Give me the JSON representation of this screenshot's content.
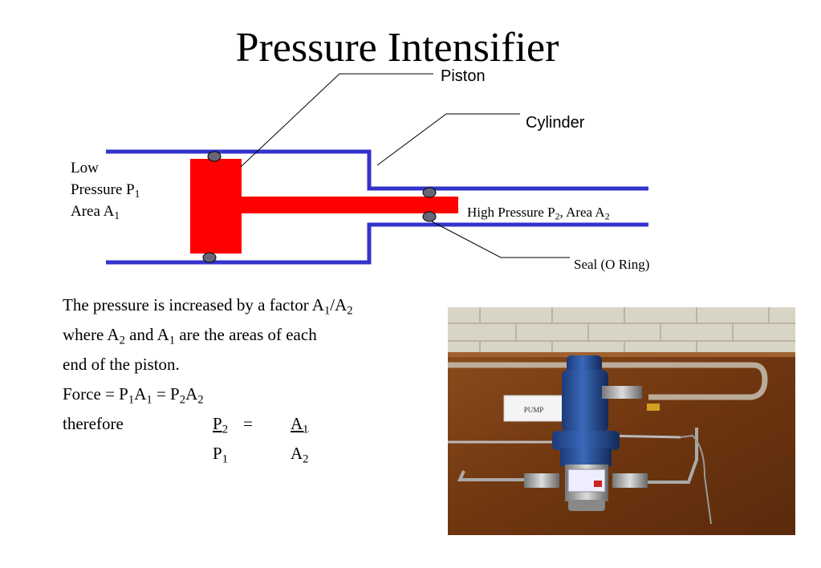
{
  "title": "Pressure Intensifier",
  "labels": {
    "piston": "Piston",
    "cylinder": "Cylinder",
    "low_1": "Low",
    "low_2": "Pressure P",
    "low_2_sub": "1",
    "low_3": "Area A",
    "low_3_sub": "1",
    "high_1": "High Pressure P",
    "high_1_sub": "2",
    "high_2": ", Area  A",
    "high_2_sub": "2",
    "seal": "Seal (O Ring)"
  },
  "body": {
    "line1": "The pressure is increased by a factor A",
    "line1_sub1": "1",
    "line1_mid": "/A",
    "line1_sub2": "2",
    "line2a": "where A",
    "line2_sub1": "2",
    "line2b": " and A",
    "line2_sub2": "1",
    "line2c": " are the areas of each",
    "line3": "end of the piston.",
    "line4a": "Force = P",
    "s1": "1",
    "line4b": "A",
    "s2": "1",
    "line4c": " = P",
    "s3": "2",
    "line4d": "A",
    "s4": "2",
    "therefore": "therefore",
    "p_var": "P",
    "p2_sub": "2",
    "equals": "=",
    "a_var": "A",
    "a1_sub": "1",
    "p1_sub": "1",
    "a2_sub": "2"
  },
  "photo": {
    "sign": "PUMP"
  },
  "colors": {
    "cylinder_wall": "#3333cc",
    "piston": "#ff0000",
    "seal": "#666677"
  }
}
